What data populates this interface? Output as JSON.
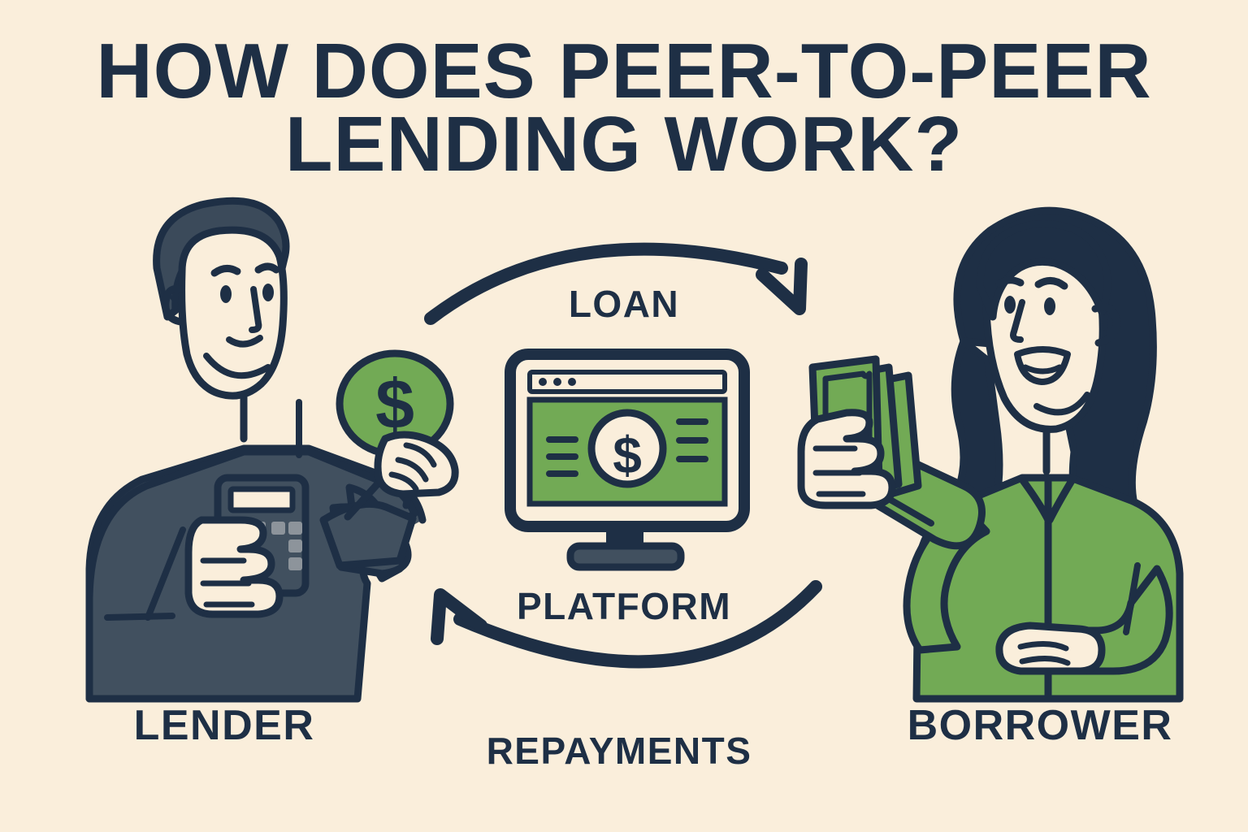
{
  "page": {
    "background_color": "#faeedb",
    "ink_color": "#1e2f45",
    "green_color": "#72aa55",
    "slate_color": "#41505f",
    "cream_color": "#faeedb"
  },
  "title": {
    "line1": "HOW DOES PEER-TO-PEER",
    "line2": "LENDING WORK?"
  },
  "flow": {
    "top_label": "LOAN",
    "middle_label": "PLATFORM",
    "bottom_label": "REPAYMENTS",
    "top_arrow_direction": "left-to-right",
    "bottom_arrow_direction": "right-to-left"
  },
  "actors": {
    "left": {
      "label": "LENDER",
      "role": "lender",
      "holds": [
        "calculator",
        "dollar-coin"
      ],
      "clothing_color": "#41505f",
      "hair_color": "#3b4a5a"
    },
    "right": {
      "label": "BORROWER",
      "role": "borrower",
      "holds": [
        "cash-notes"
      ],
      "clothing_color": "#72aa55",
      "hair_color": "#1e2f45"
    }
  },
  "platform": {
    "device": "desktop-monitor",
    "screen_color": "#72aa55",
    "browser_dots": 3,
    "center_symbol": "$",
    "left_lines": 3,
    "right_lines": 3
  },
  "coin": {
    "symbol": "$",
    "fill": "#72aa55"
  },
  "cash": {
    "note_count": 3,
    "fill": "#72aa55"
  }
}
